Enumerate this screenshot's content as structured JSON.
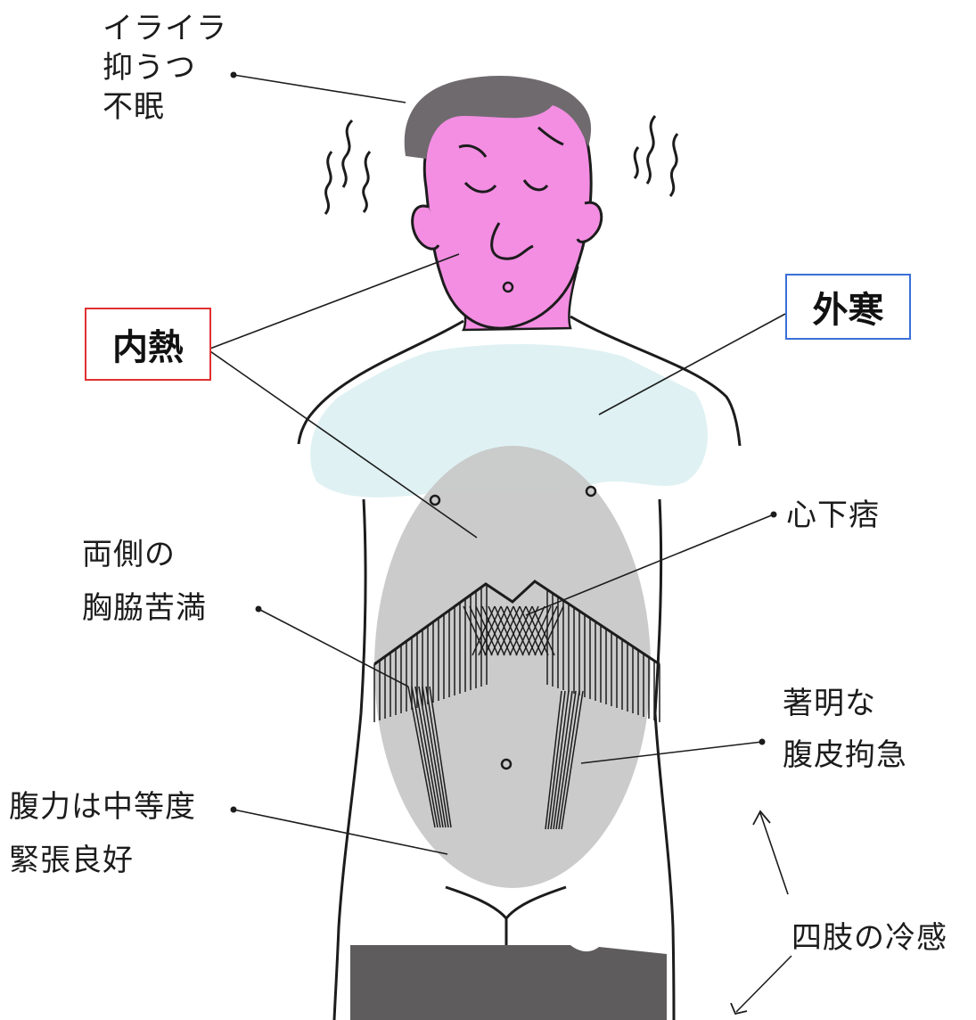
{
  "labels": {
    "mental": [
      "イライラ",
      "抑うつ",
      "不眠"
    ],
    "inner_heat": "内熱",
    "outer_cold": "外寒",
    "bilateral": [
      "両側の",
      "胸脇苦満"
    ],
    "epigastric": "心下痞",
    "abdominal_tension": [
      "著明な",
      "腹皮拘急"
    ],
    "abdominal_strength": [
      "腹力は中等度",
      "緊張良好"
    ],
    "limbs_cold": "四肢の冷感"
  },
  "colors": {
    "inner_heat_border": "#e03030",
    "outer_cold_border": "#3a6fd8",
    "face": "#f38ee2",
    "hair": "#6f6a6e",
    "cold_zone": "#dff1f3",
    "abdomen_oval": "#c8c8c8",
    "trousers": "#5e5c5d"
  }
}
